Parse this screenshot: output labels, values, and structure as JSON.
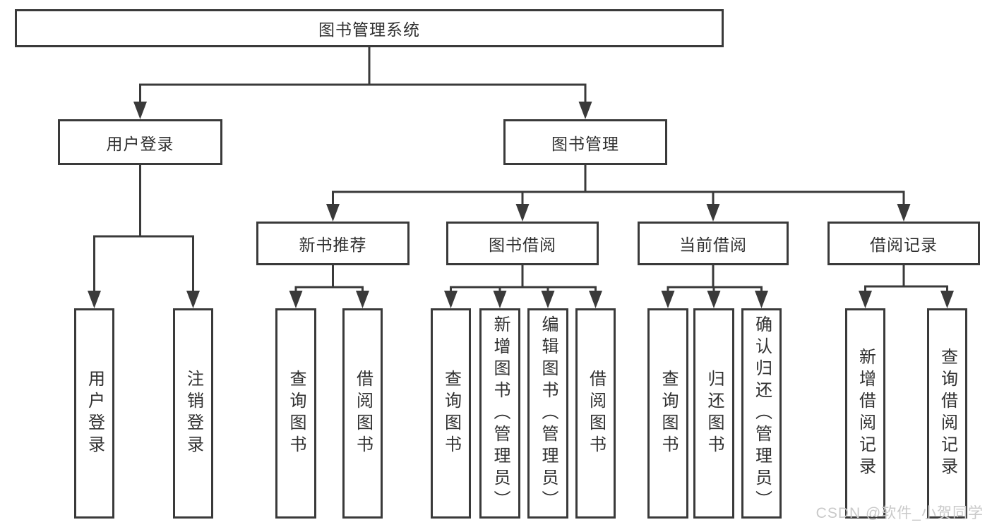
{
  "colors": {
    "line": "#3a3a3a",
    "text": "#303030",
    "background": "#ffffff",
    "watermark": "#c9c9c9"
  },
  "watermark": {
    "text": "CSDN @软件_小贺同学"
  },
  "tree": {
    "root": {
      "label": "图书管理系统"
    },
    "level2": [
      {
        "label": "用户登录",
        "children": [
          {
            "label": "用户登录"
          },
          {
            "label": "注销登录"
          }
        ]
      },
      {
        "label": "图书管理",
        "children": [
          {
            "label": "新书推荐",
            "children": [
              {
                "label": "查询图书"
              },
              {
                "label": "借阅图书"
              }
            ]
          },
          {
            "label": "图书借阅",
            "children": [
              {
                "label": "查询图书"
              },
              {
                "label": "新增图书（管理员）"
              },
              {
                "label": "编辑图书（管理员）"
              },
              {
                "label": "借阅图书"
              }
            ]
          },
          {
            "label": "当前借阅",
            "children": [
              {
                "label": "查询图书"
              },
              {
                "label": "归还图书"
              },
              {
                "label": "确认归还（管理员）"
              }
            ]
          },
          {
            "label": "借阅记录",
            "children": [
              {
                "label": "新增借阅记录"
              },
              {
                "label": "查询借阅记录"
              }
            ]
          }
        ]
      }
    ]
  }
}
